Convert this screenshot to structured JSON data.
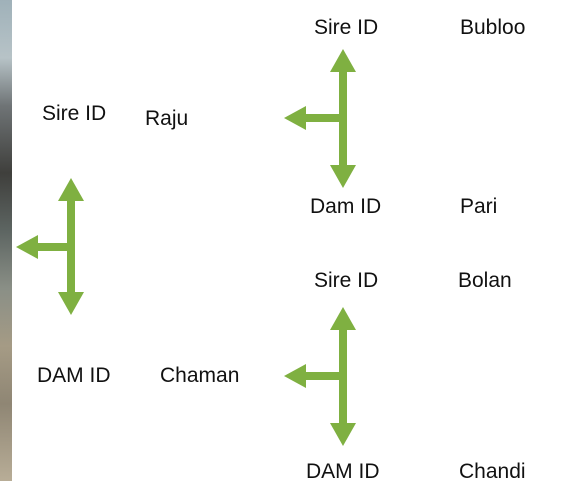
{
  "accent_color": "#7fb041",
  "pedigree": {
    "animal": {
      "sire_label": "Sire ID",
      "sire_name": "Raju",
      "dam_label": "DAM ID",
      "dam_name": "Chaman"
    },
    "sire_parents": {
      "sire_label": "Sire ID",
      "sire_name": "Bubloo",
      "dam_label": "Dam ID",
      "dam_name": "Pari"
    },
    "dam_parents": {
      "sire_label": "Sire ID",
      "sire_name": "Bolan",
      "dam_label": "DAM ID",
      "dam_name": "Chandi"
    }
  }
}
